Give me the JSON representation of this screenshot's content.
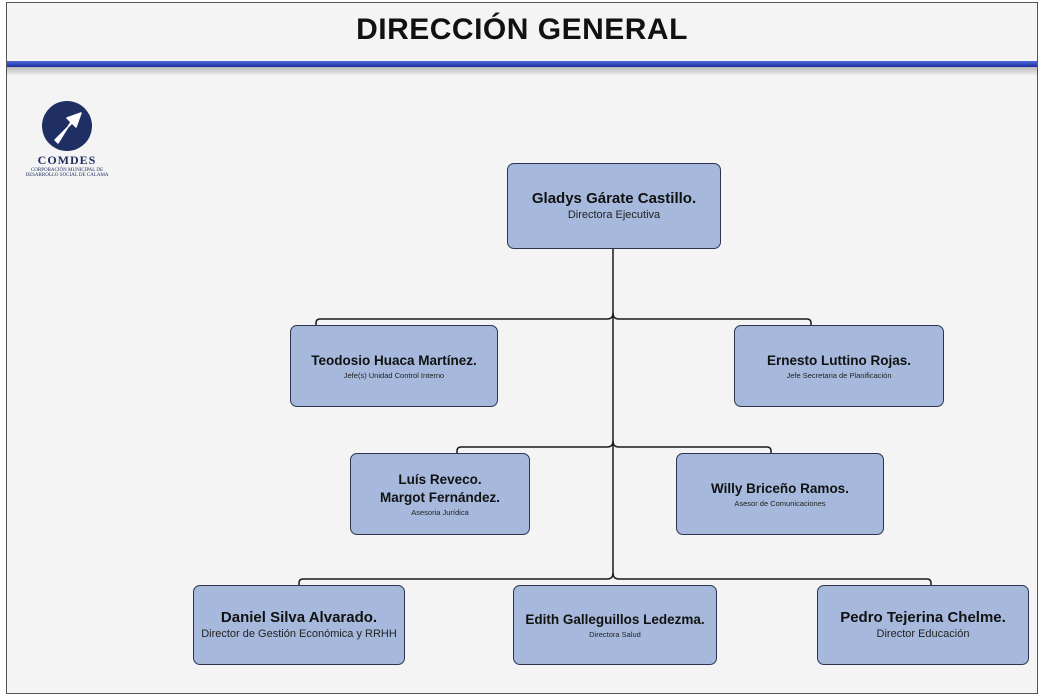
{
  "title": "DIRECCIÓN GENERAL",
  "logo": {
    "name": "COMDES",
    "subtitle": "CORPORACIÓN MUNICIPAL DE DESARROLLO SOCIAL DE CALAMA",
    "icon": "arrow-up-right-icon",
    "color": "#1f2f63"
  },
  "colors": {
    "box_fill": "#a6b9dc",
    "box_border": "#2b3550",
    "header_rule": "#2a3fb8"
  },
  "nodes": {
    "director": {
      "name": "Gladys Gárate Castillo.",
      "role": "Directora Ejecutiva"
    },
    "control_interno": {
      "name": "Teodosio Huaca Martínez.",
      "role": "Jefe(s) Unidad Control Interno"
    },
    "planificacion": {
      "name": "Ernesto Luttino Rojas.",
      "role": "Jefe Secretaria de Planificación"
    },
    "juridica": {
      "name": "Luís Reveco.",
      "name2": "Margot Fernández.",
      "role": "Asesoria Jurídica"
    },
    "comunicaciones": {
      "name": "Willy Briceño Ramos.",
      "role": "Asesor de Comunicaciones"
    },
    "gestion": {
      "name": "Daniel Silva Alvarado.",
      "role": "Director de Gestión Económica y RRHH"
    },
    "salud": {
      "name": "Edith Galleguillos Ledezma.",
      "role": "Directora Salud"
    },
    "educacion": {
      "name": "Pedro Tejerina Chelme.",
      "role": "Director Educación"
    }
  }
}
